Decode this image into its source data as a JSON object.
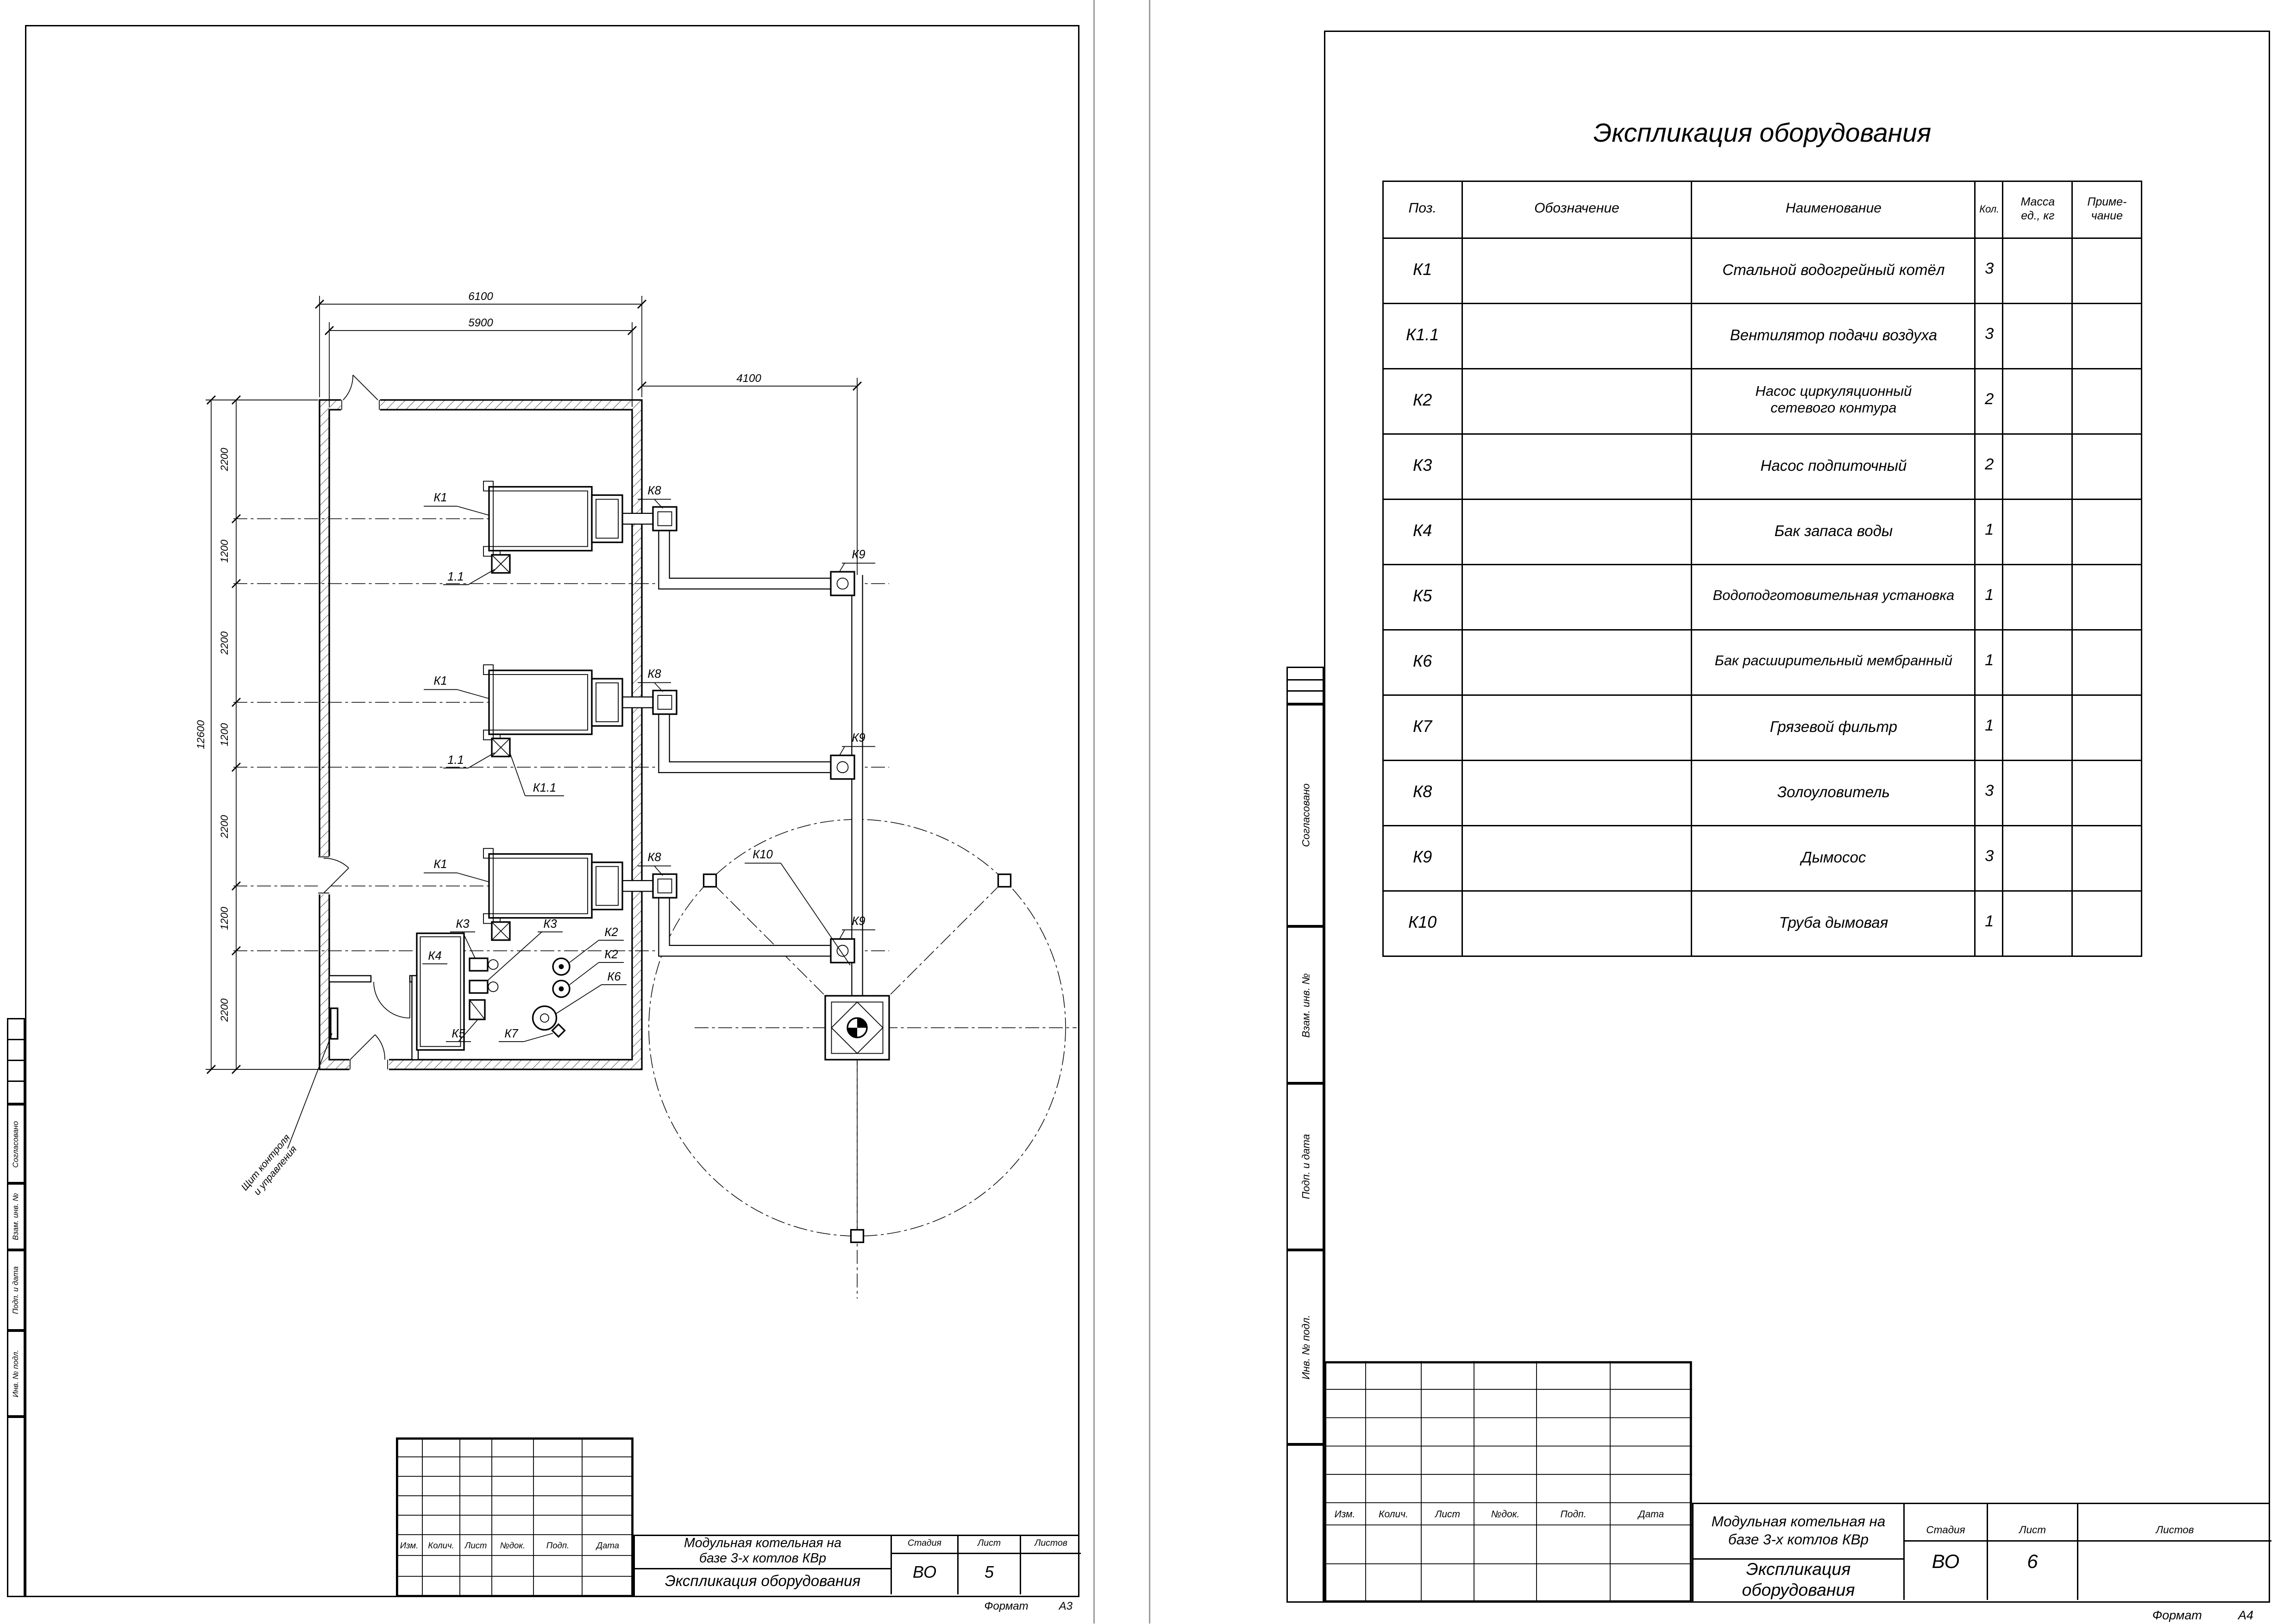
{
  "left_sheet": {
    "margin_stamp": {
      "agreed": "Согласовано",
      "replaced_inv": "Взам. инв. №",
      "sign_date": "Подп. и дата",
      "inv_original": "Инв. № подл."
    },
    "plan": {
      "dims": {
        "w_outer": "6100",
        "w_inner": "5900",
        "w_right": "4100",
        "h_total": "12600",
        "chain": [
          "2200",
          "1200",
          "2200",
          "1200",
          "2200",
          "1200",
          "2200"
        ]
      },
      "labels": {
        "boiler": "К1",
        "fan_short": "1.1",
        "fan": "К1.1",
        "pump_circ": "К2",
        "pump_feed": "К3",
        "tank": "К4",
        "water_unit": "К5",
        "exp_tank": "К6",
        "filter": "К7",
        "ash": "К8",
        "exhauster": "К9",
        "chimney": "К10",
        "panel_1": "Щит контроля",
        "panel_2": "и управления"
      }
    },
    "title_block": {
      "rev": [
        "Изм.",
        "Колич.",
        "Лист",
        "№док.",
        "Подп.",
        "Дата"
      ],
      "project_1": "Модульная котельная на",
      "project_2": "базе 3-х котлов КВр",
      "stage_label": "Стадия",
      "sheet_label": "Лист",
      "sheets_label": "Листов",
      "stage": "ВО",
      "sheet": "5",
      "doc_title": "Экспликация оборудования",
      "format_label": "Формат",
      "format": "А3"
    }
  },
  "right_sheet": {
    "margin_stamp": {
      "agreed": "Согласовано",
      "replaced_inv": "Взам. инв. №",
      "sign_date": "Подп. и дата",
      "inv_original": "Инв. № подл."
    },
    "title": "Экспликация оборудования",
    "table": {
      "col_pos": "Поз.",
      "col_designation": "Обозначение",
      "col_name": "Наименование",
      "col_qty": "Кол.",
      "col_mass_1": "Масса",
      "col_mass_2": "ед., кг",
      "col_note_1": "Приме-",
      "col_note_2": "чание",
      "rows": [
        {
          "pos": "К1",
          "name": "Стальной водогрейный котёл",
          "qty": "3"
        },
        {
          "pos": "К1.1",
          "name": "Вентилятор подачи воздуха",
          "qty": "3"
        },
        {
          "pos": "К2",
          "name": "Насос циркуляционный",
          "name2": "сетевого контура",
          "qty": "2"
        },
        {
          "pos": "К3",
          "name": "Насос подпиточный",
          "qty": "2"
        },
        {
          "pos": "К4",
          "name": "Бак запаса воды",
          "qty": "1"
        },
        {
          "pos": "К5",
          "name": "Водоподготовительная установка",
          "qty": "1"
        },
        {
          "pos": "К6",
          "name": "Бак расширительный мембранный",
          "qty": "1"
        },
        {
          "pos": "К7",
          "name": "Грязевой фильтр",
          "qty": "1"
        },
        {
          "pos": "К8",
          "name": "Золоуловитель",
          "qty": "3"
        },
        {
          "pos": "К9",
          "name": "Дымосос",
          "qty": "3"
        },
        {
          "pos": "К10",
          "name": "Труба дымовая",
          "qty": "1"
        }
      ]
    },
    "title_block": {
      "rev": [
        "Изм.",
        "Колич.",
        "Лист",
        "№док.",
        "Подп.",
        "Дата"
      ],
      "project_1": "Модульная котельная на",
      "project_2": "базе 3-х котлов КВр",
      "stage_label": "Стадия",
      "sheet_label": "Лист",
      "sheets_label": "Листов",
      "stage": "ВО",
      "sheet": "6",
      "doc_title": "Экспликация оборудования",
      "format_label": "Формат",
      "format": "А4"
    }
  }
}
